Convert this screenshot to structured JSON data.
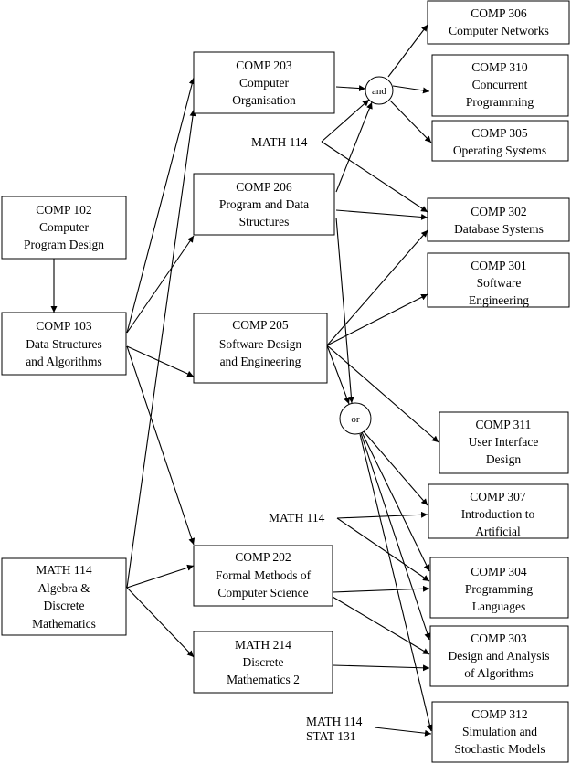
{
  "courses": {
    "comp102": [
      "COMP 102",
      "Computer",
      "Program Design"
    ],
    "comp103": [
      "COMP 103",
      "Data Structures",
      "and Algorithms"
    ],
    "math114": [
      "MATH 114",
      "Algebra &",
      "Discrete",
      "Mathematics"
    ],
    "comp203": [
      "COMP 203",
      "Computer",
      "Organisation"
    ],
    "comp206": [
      "COMP 206",
      "Program and Data",
      "Structures"
    ],
    "comp205": [
      "COMP 205",
      "Software Design",
      "and Engineering"
    ],
    "comp202": [
      "COMP 202",
      "Formal Methods of",
      "Computer Science"
    ],
    "math214": [
      "MATH 214",
      "Discrete",
      "Mathematics 2"
    ],
    "comp306": [
      "COMP 306",
      "Computer Networks"
    ],
    "comp310": [
      "COMP 310",
      "Concurrent",
      "Programming"
    ],
    "comp305": [
      "COMP 305",
      "Operating Systems"
    ],
    "comp302": [
      "COMP 302",
      "Database Systems"
    ],
    "comp301": [
      "COMP 301",
      "Software",
      "Engineering"
    ],
    "comp311": [
      "COMP 311",
      "User Interface",
      "Design"
    ],
    "comp307": [
      "COMP 307",
      "Introduction to",
      "Artificial"
    ],
    "comp304": [
      "COMP 304",
      "Programming",
      "Languages"
    ],
    "comp303": [
      "COMP 303",
      "Design and Analysis",
      "of Algorithms"
    ],
    "comp312": [
      "COMP 312",
      "Simulation and",
      "Stochastic Models"
    ]
  },
  "free_labels": {
    "math114_a": "MATH 114",
    "math114_b": "MATH 114",
    "math114_c": "MATH 114",
    "stat131": "STAT 131"
  },
  "junctions": {
    "and": "and",
    "or": "or"
  }
}
